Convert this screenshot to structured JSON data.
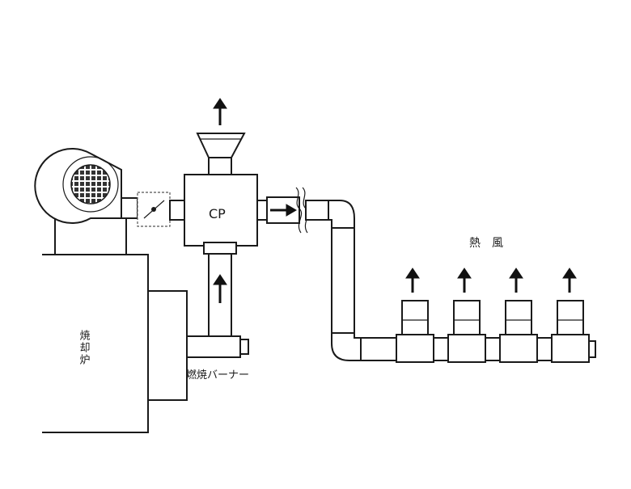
{
  "diagram": {
    "labels": {
      "cp": "CP",
      "furnace": "焼却炉",
      "burner": "燃焼バーナー",
      "hot_air": "熱　風"
    },
    "colors": {
      "line": "#1a1a1a",
      "background": "#ffffff",
      "grid_fill": "#333333"
    },
    "icons": [
      "fan-icon",
      "damper-icon",
      "flow-arrow-icon"
    ]
  }
}
